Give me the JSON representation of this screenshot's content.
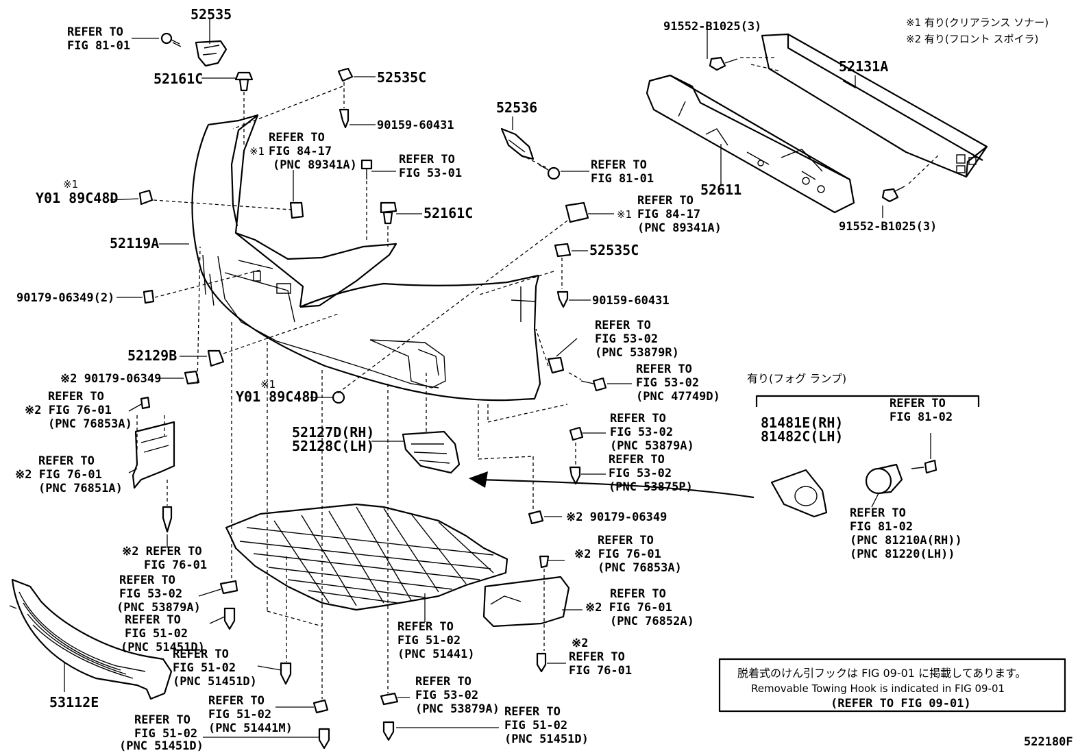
{
  "notes": {
    "line1": "※1 有り(クリアランス ソナー)",
    "line2": "※2 有り(フロント スポイラ)"
  },
  "figure_code": "522180F",
  "towing_box": {
    "jp": "脱着式のけん引フックは FIG 09-01 に掲載してあります。",
    "en": "Removable Towing Hook is indicated in FIG 09-01",
    "ref": "(REFER TO FIG 09-01)"
  },
  "fog_group": {
    "label": "有り(フォグ ランプ)"
  },
  "labels": {
    "p52535": "52535",
    "ref8101_a_1": "REFER TO",
    "ref8101_a_2": "FIG 81-01",
    "p52161c_a": "52161C",
    "p52535c_a": "52535C",
    "p90159_a": "90159-60431",
    "p52536": "52536",
    "ref8101_b_1": "REFER TO",
    "ref8101_b_2": "FIG 81-01",
    "p91552_a": "91552-B1025(3)",
    "p52131a": "52131A",
    "p52611": "52611",
    "p91552_b": "91552-B1025(3)",
    "ref8417_a_1": "REFER TO",
    "ref8417_a_2": "FIG 84-17",
    "ref8417_a_3": "(PNC 89341A)",
    "ref8417_a_mark": "※1",
    "ref5301_1": "REFER TO",
    "ref5301_2": "FIG 53-01",
    "y01_a_mark": "※1",
    "y01_a": "Y01 89C48D",
    "p52161c_b": "52161C",
    "ref8417_b_mark": "※1",
    "ref8417_b_1": "REFER TO",
    "ref8417_b_2": "FIG 84-17",
    "ref8417_b_3": "(PNC 89341A)",
    "p52119a": "52119A",
    "p52535c_b": "52535C",
    "p90179_a": "90179-06349(2)",
    "p90159_b": "90159-60431",
    "p52129b": "52129B",
    "ref53879r_1": "REFER TO",
    "ref53879r_2": "FIG 53-02",
    "ref53879r_3": "(PNC 53879R)",
    "p90179_b": "※2 90179-06349",
    "ref47749d_1": "REFER TO",
    "ref47749d_2": "FIG 53-02",
    "ref47749d_3": "(PNC 47749D)",
    "y01_b_mark": "※1",
    "y01_b": "Y01 89C48D",
    "ref76853a_l_1": "REFER TO",
    "ref76853a_l_2": "※2 FIG 76-01",
    "ref76853a_l_3": "(PNC 76853A)",
    "p52127d": "52127D(RH)",
    "p52128c": "52128C(LH)",
    "p81481e": "81481E(RH)",
    "p81482c": "81482C(LH)",
    "ref8102_a_1": "REFER TO",
    "ref8102_a_2": "FIG 81-02",
    "ref53879a_r_1": "REFER TO",
    "ref53879a_r_2": "FIG 53-02",
    "ref53879a_r_3": "(PNC 53879A)",
    "ref76851a_1": "REFER TO",
    "ref76851a_2": "※2 FIG 76-01",
    "ref76851a_3": "(PNC 76851A)",
    "ref53875p_1": "REFER TO",
    "ref53875p_2": "FIG 53-02",
    "ref53875p_3": "(PNC 53875P)",
    "ref8102_b_1": "REFER TO",
    "ref8102_b_2": "FIG 81-02",
    "ref8102_b_3": "(PNC 81210A(RH))",
    "ref8102_b_4": "(PNC 81220(LH))",
    "p90179_c": "※2 90179-06349",
    "ref7601_a_1": "※2 REFER TO",
    "ref7601_a_2": "FIG 76-01",
    "ref76853a_r_1": "REFER TO",
    "ref76853a_r_2": "※2 FIG 76-01",
    "ref76853a_r_3": "(PNC 76853A)",
    "ref53879a_l_1": "REFER TO",
    "ref53879a_l_2": "FIG 53-02",
    "ref53879a_l_3": "(PNC 53879A)",
    "ref76852a_1": "REFER TO",
    "ref76852a_2": "※2 FIG 76-01",
    "ref76852a_3": "(PNC 76852A)",
    "ref51451d_a_1": "REFER TO",
    "ref51451d_a_2": "FIG 51-02",
    "ref51451d_a_3": "(PNC 51451D)",
    "ref51441_1": "REFER TO",
    "ref51441_2": "FIG 51-02",
    "ref51441_3": "(PNC 51441)",
    "ref7601_b_1": "※2",
    "ref7601_b_2": "REFER TO",
    "ref7601_b_3": "FIG 76-01",
    "ref51451d_b_1": "REFER TO",
    "ref51451d_b_2": "FIG 51-02",
    "ref51451d_b_3": "(PNC 51451D)",
    "p53112e": "53112E",
    "ref53879a_c_1": "REFER TO",
    "ref53879a_c_2": "FIG 53-02",
    "ref53879a_c_3": "(PNC 53879A)",
    "ref51441m_1": "REFER TO",
    "ref51441m_2": "FIG 51-02",
    "ref51441m_3": "(PNC 51441M)",
    "ref51451d_c_1": "REFER TO",
    "ref51451d_c_2": "FIG 51-02",
    "ref51451d_c_3": "(PNC 51451D)",
    "ref51451d_d_1": "REFER TO",
    "ref51451d_d_2": "FIG 51-02",
    "ref51451d_d_3": "(PNC 51451D)"
  }
}
